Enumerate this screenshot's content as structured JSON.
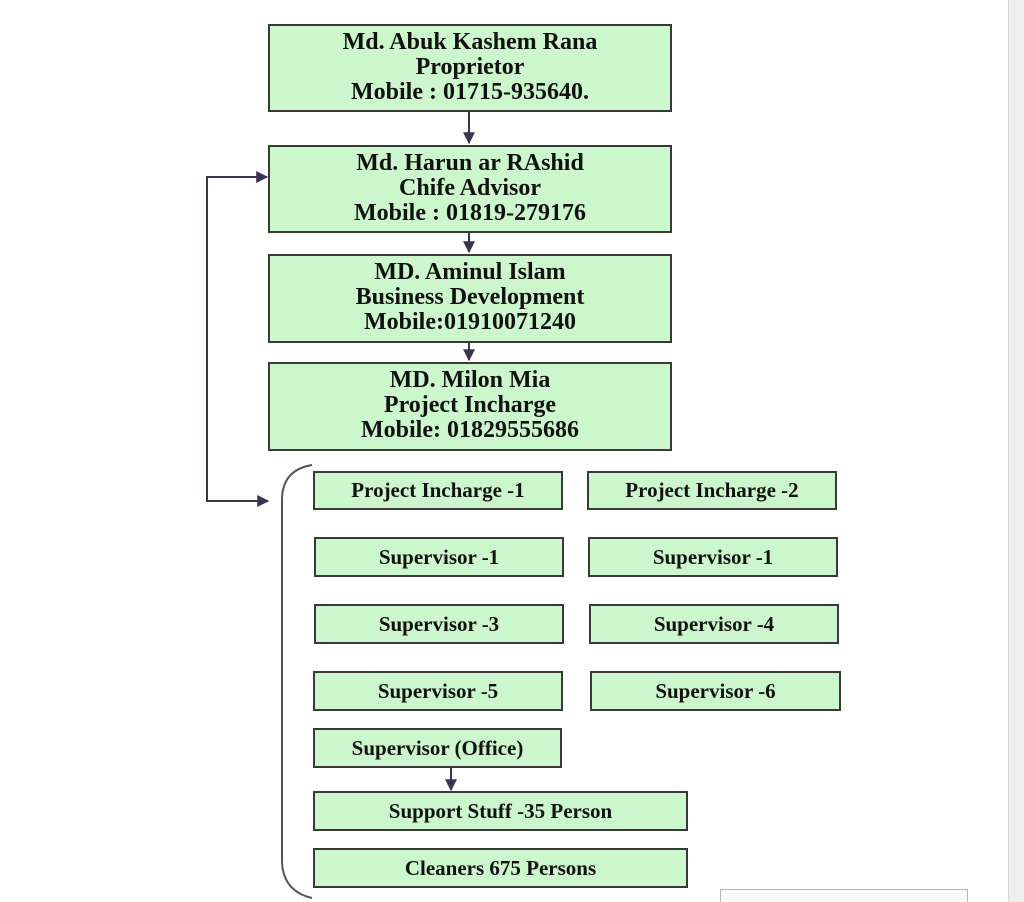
{
  "chart": {
    "leaders": [
      {
        "name": "Md. Abuk Kashem Rana",
        "role": "Proprietor",
        "mobile": "Mobile : 01715-935640."
      },
      {
        "name": "Md. Harun ar RAshid",
        "role": "Chife Advisor",
        "mobile": "Mobile : 01819-279176"
      },
      {
        "name": "MD. Aminul Islam",
        "role": "Business Development",
        "mobile": "Mobile:01910071240"
      },
      {
        "name": "MD. Milon Mia",
        "role": "Project Incharge",
        "mobile": "Mobile: 01829555686"
      }
    ],
    "team_left": [
      "Project Incharge -1",
      "Supervisor -1",
      "Supervisor -3",
      "Supervisor -5"
    ],
    "team_right": [
      "Project Incharge -2",
      "Supervisor -1",
      "Supervisor -4",
      "Supervisor -6"
    ],
    "office": "Supervisor (Office)",
    "support": "Support Stuff -35 Person",
    "cleaners": "Cleaners 675 Persons"
  },
  "colors": {
    "box_fill": "#ccf7cc",
    "box_border": "#3a3a3a",
    "connector": "#3a3450"
  }
}
